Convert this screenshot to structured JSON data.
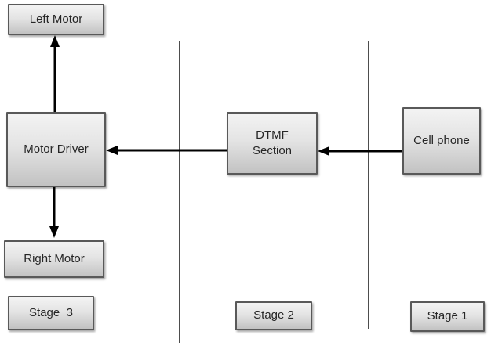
{
  "diagram": {
    "nodes": [
      {
        "id": "left-motor",
        "label": "Left Motor"
      },
      {
        "id": "motor-driver",
        "label": "Motor Driver"
      },
      {
        "id": "right-motor",
        "label": "Right Motor"
      },
      {
        "id": "dtmf-section",
        "label": "DTMF\nSection"
      },
      {
        "id": "cell-phone",
        "label": "Cell phone"
      }
    ],
    "stage_labels": [
      {
        "id": "stage-3",
        "label": "Stage  3"
      },
      {
        "id": "stage-2",
        "label": "Stage 2"
      },
      {
        "id": "stage-1",
        "label": "Stage 1"
      }
    ],
    "arrows": [
      {
        "from": "motor-driver",
        "to": "left-motor",
        "direction": "up"
      },
      {
        "from": "motor-driver",
        "to": "right-motor",
        "direction": "down"
      },
      {
        "from": "dtmf-section",
        "to": "motor-driver",
        "direction": "left"
      },
      {
        "from": "cell-phone",
        "to": "dtmf-section",
        "direction": "left"
      }
    ],
    "divider_count": 2,
    "colors": {
      "background": "#ffffff",
      "box_border": "#595959",
      "box_fill_top": "#f3f3f3",
      "box_fill_bottom": "#c2c2c2",
      "text": "#262626",
      "arrow": "#000000",
      "divider": "#4d4d4d"
    }
  }
}
